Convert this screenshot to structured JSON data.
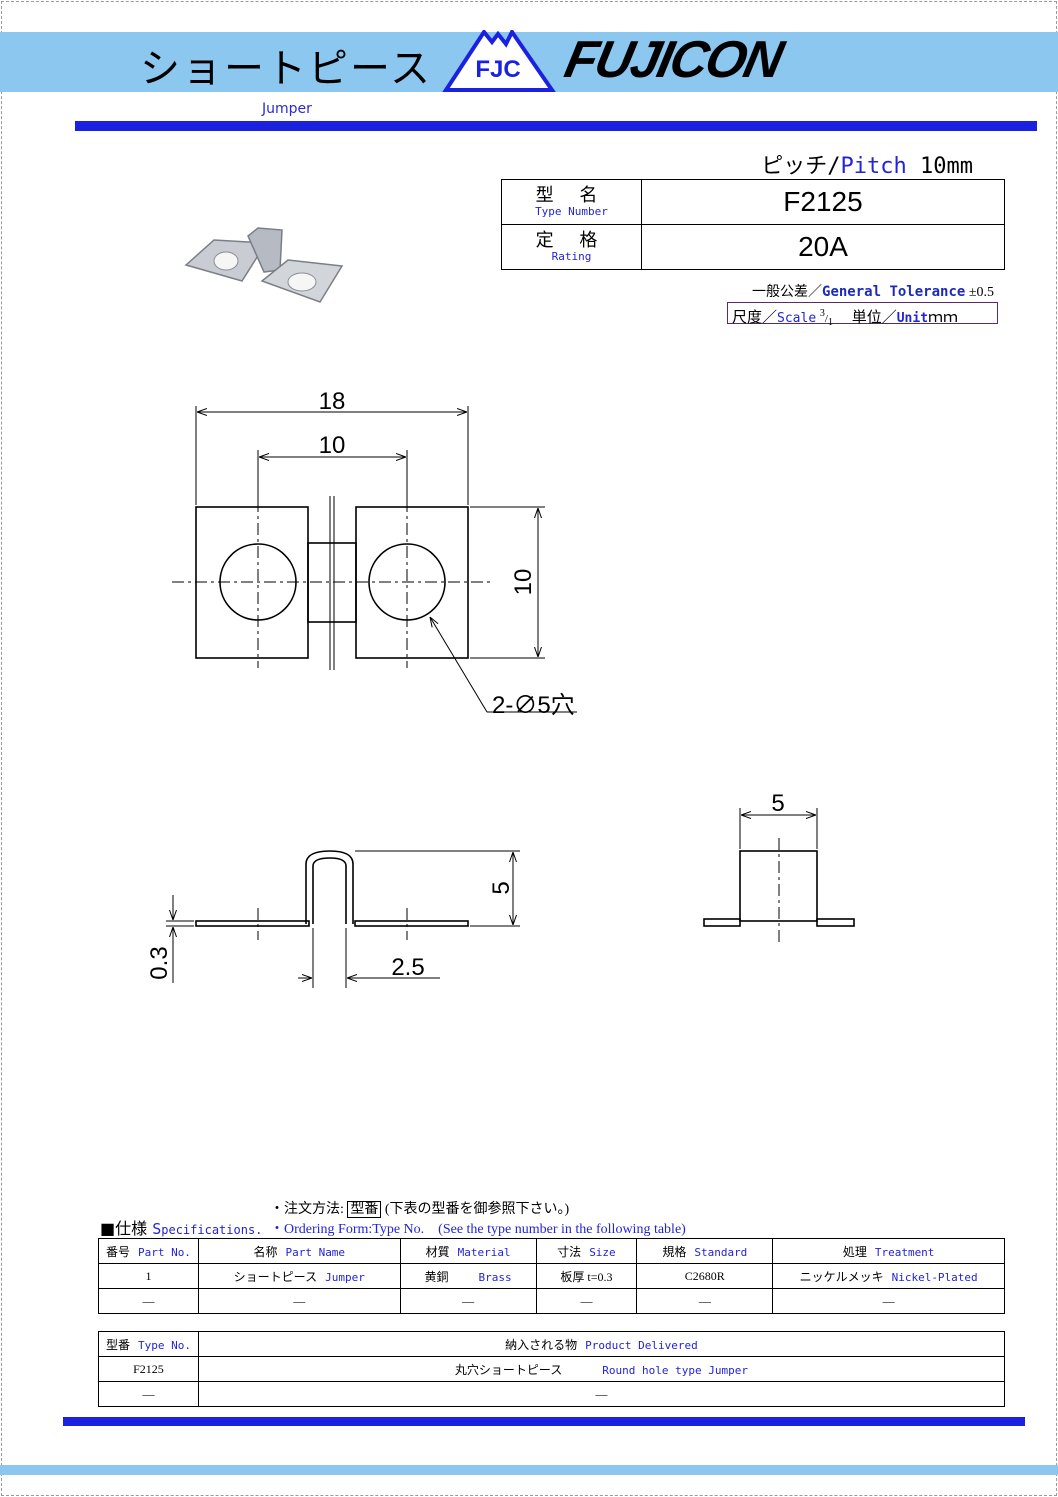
{
  "header": {
    "title_jp": "ショートピース",
    "logo_badge": "FJC",
    "logo_text": "FUJICON",
    "subtitle_en": "Jumper"
  },
  "pitch": {
    "jp": "ピッチ/",
    "en": "Pitch",
    "value": " 10mm"
  },
  "spec": {
    "type_label_jp": "型 名",
    "type_label_en": "Type Number",
    "type_value": "F2125",
    "rating_label_jp": "定 格",
    "rating_label_en": "Rating",
    "rating_value": "20A"
  },
  "tolerance": {
    "jp": "一般公差／",
    "en": "General Tolerance",
    "value": " ±0.5"
  },
  "scale": {
    "jp1": "尺度／",
    "en1": "Scale",
    "ratio_num": "3",
    "ratio_den": "1",
    "jp2": "　単位／",
    "en2": "Unit",
    "unit": "ｍｍ"
  },
  "drawing": {
    "dim_18": "18",
    "dim_10_top": "10",
    "dim_10_side": "10",
    "hole_note": "2-∅5穴",
    "dim_5_height": "5",
    "dim_03": "0.3",
    "dim_25": "2.5",
    "dim_5_width": "5"
  },
  "colors": {
    "header_band": "#8cc7f0",
    "rule": "#1a22e0",
    "accent_text": "#2323d8"
  },
  "specs": {
    "heading_jp": "■仕様 ",
    "heading_en_S": "S",
    "heading_en_rest": "pecifications.",
    "order_jp_prefix": "・注文方法: ",
    "order_jp_boxed": "型番",
    "order_jp_suffix": " (下表の型番を御参照下さい。)",
    "order_en": "・Ordering Form:Type No.　(See the type number in the following table)",
    "columns": [
      {
        "jp": "番号",
        "en": "Part No."
      },
      {
        "jp": "名称",
        "en": "Part Name"
      },
      {
        "jp": "材質",
        "en": "Material"
      },
      {
        "jp": "寸法",
        "en": "Size"
      },
      {
        "jp": "規格",
        "en": "Standard"
      },
      {
        "jp": "処理",
        "en": "Treatment"
      }
    ],
    "rows": [
      [
        {
          "jp": "1",
          "en": ""
        },
        {
          "jp": "ショートピース",
          "en": "Jumper"
        },
        {
          "jp": "黄銅",
          "en": "Brass"
        },
        {
          "jp": "板厚 t=0.3",
          "en": ""
        },
        {
          "jp": "C2680R",
          "en": ""
        },
        {
          "jp": "ニッケルメッキ",
          "en": "Nickel-Plated"
        }
      ],
      [
        {
          "jp": "—",
          "en": ""
        },
        {
          "jp": "—",
          "en": ""
        },
        {
          "jp": "—",
          "en": ""
        },
        {
          "jp": "—",
          "en": ""
        },
        {
          "jp": "—",
          "en": ""
        },
        {
          "jp": "—",
          "en": ""
        }
      ]
    ]
  },
  "delivered": {
    "col1": {
      "jp": "型番",
      "en": "Type No."
    },
    "col2": {
      "jp": "納入される物",
      "en": "Product Delivered"
    },
    "rows": [
      [
        {
          "jp": "F2125",
          "en": ""
        },
        {
          "jp": "丸穴ショートピース",
          "en": "Round hole type Jumper"
        }
      ],
      [
        {
          "jp": "—",
          "en": ""
        },
        {
          "jp": "—",
          "en": ""
        }
      ]
    ]
  }
}
